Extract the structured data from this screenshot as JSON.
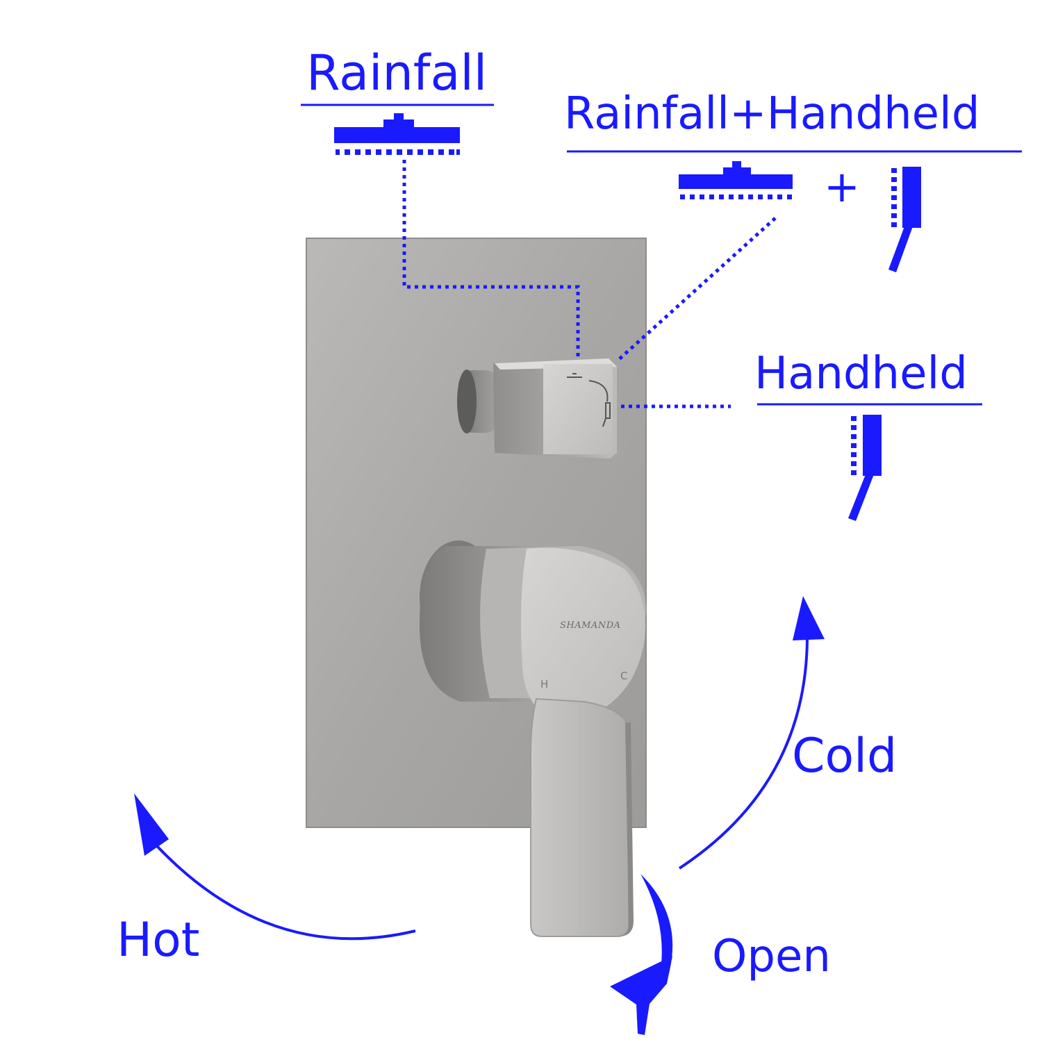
{
  "colors": {
    "accent": "#1a1aff",
    "plate": "#a9a8a6",
    "metal_dark": "#6f6f6d",
    "metal_light": "#d2d1cf"
  },
  "labels": {
    "rainfall": "Rainfall",
    "rainfall_handheld": "Rainfall+Handheld",
    "handheld": "Handheld",
    "cold": "Cold",
    "hot": "Hot",
    "open": "Open",
    "plus_sign": "+"
  },
  "product": {
    "brand": "SHAMANDA",
    "hot_mark": "H",
    "cold_mark": "C"
  },
  "icons": {
    "rainfall_icon": "rain-shower-head-icon",
    "handheld_icon": "handheld-shower-icon",
    "arrows": [
      "hot-arrow-icon",
      "cold-arrow-icon",
      "open-arrow-icon"
    ]
  }
}
